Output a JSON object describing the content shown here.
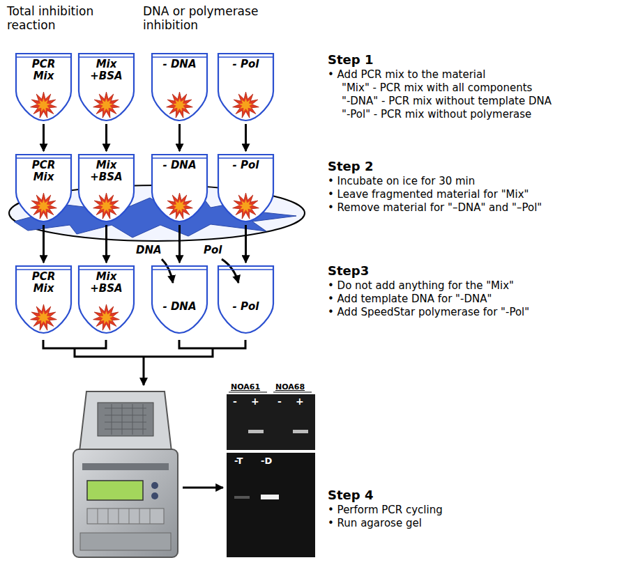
{
  "diagram": {
    "nodes": [
      {
        "text": [
          "PCR Mix"
        ]
      },
      {
        "text": [
          "Mix +BSA"
        ]
      },
      {
        "text": [
          "- DNA"
        ]
      },
      {
        "text": [
          "- Pol"
        ]
      },
      {
        "text": [
          "PCR Mix"
        ]
      },
      {
        "text": [
          "Mix +BSA"
        ]
      },
      {
        "text": [
          "- DNA"
        ]
      },
      {
        "text": [
          "- Pol"
        ]
      },
      {
        "text": [
          "PCR Mix"
        ]
      },
      {
        "text": [
          "Mix +BSA"
        ]
      },
      {
        "text": [
          "- DNA"
        ]
      },
      {
        "text": [
          "- Pol"
        ]
      }
    ],
    "edges": [
      {
        "from": 0,
        "to": 4,
        "arrow": "to"
      },
      {
        "from": 1,
        "to": 5,
        "arrow": "to"
      },
      {
        "from": 2,
        "to": 6,
        "arrow": "to"
      },
      {
        "from": 3,
        "to": 7,
        "arrow": "to"
      },
      {
        "from": 4,
        "to": 8,
        "arrow": "to"
      },
      {
        "from": 5,
        "to": 9,
        "arrow": "to"
      },
      {
        "from": 6,
        "to": 10,
        "arrow": "to"
      },
      {
        "from": 7,
        "to": 11,
        "arrow": "to"
      }
    ],
    "labels": [
      "Total inhibition reaction",
      "DNA or polymerase inhibition",
      "Step 1",
      "• Add PCR mix to the material",
      "\"Mix\" - PCR mix with all components",
      "\"-DNA\" - PCR mix without template DNA",
      "\"-Pol\" - PCR mix without polymerase",
      "Step 2",
      "• Incubate on ice for 30 min",
      "• Leave fragmented material for \"Mix\"",
      "• Remove material for \"–DNA\" and \"–Pol\"",
      "Step3",
      "• Do not add anything for the \"Mix\"",
      "• Add template DNA for \"-DNA\"",
      "• Add SpeedStar polymerase for \"-Pol\"",
      "Step 4",
      "• Perform PCR cycling",
      "• Run agarose gel",
      "DNA",
      "Pol",
      "NOA61",
      "NOA68",
      "-",
      "+",
      "-",
      "+",
      "-T",
      "-D"
    ]
  }
}
